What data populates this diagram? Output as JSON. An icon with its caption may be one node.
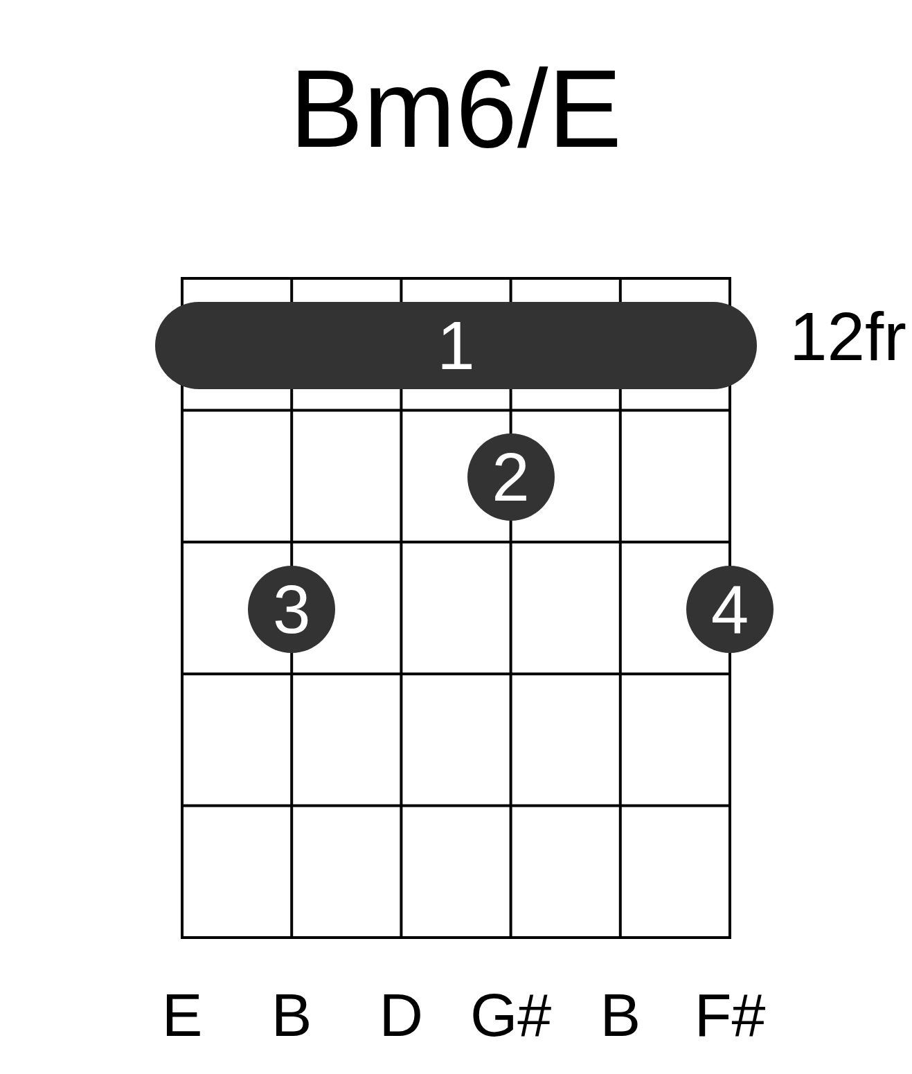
{
  "diagram": {
    "title": "Bm6/E",
    "nodes": [
      {
        "text": [
          "1"
        ]
      },
      {
        "text": [
          "2"
        ]
      },
      {
        "text": [
          "3"
        ]
      },
      {
        "text": [
          "4"
        ]
      }
    ],
    "labels": [
      "12fr",
      "E",
      "B",
      "D",
      "G#",
      "B",
      "F#"
    ]
  }
}
